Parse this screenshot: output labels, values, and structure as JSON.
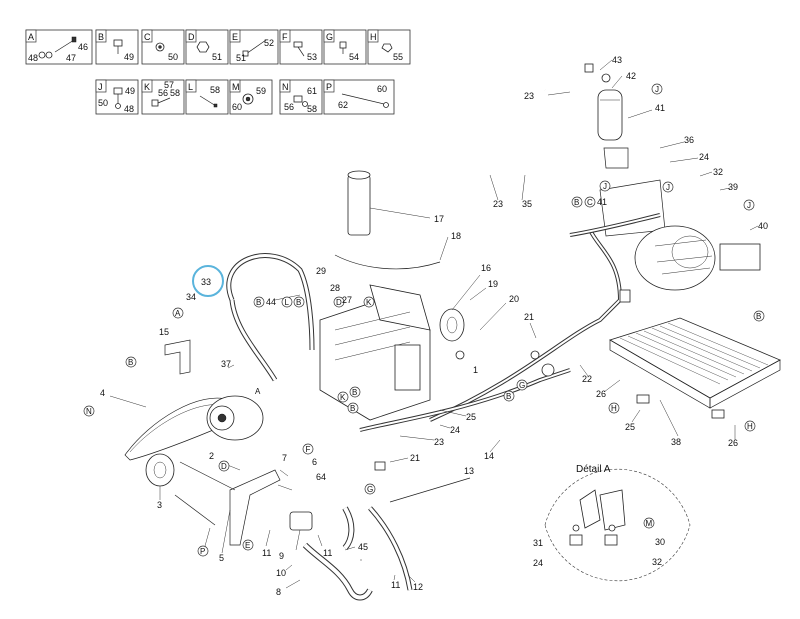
{
  "legend_boxes": [
    {
      "letter": "A",
      "nums": [
        "46",
        "48",
        "47"
      ]
    },
    {
      "letter": "B",
      "nums": [
        "49"
      ]
    },
    {
      "letter": "C",
      "nums": [
        "50"
      ]
    },
    {
      "letter": "D",
      "nums": [
        "51"
      ]
    },
    {
      "letter": "E",
      "nums": [
        "52",
        "51"
      ]
    },
    {
      "letter": "F",
      "nums": [
        "53"
      ]
    },
    {
      "letter": "G",
      "nums": [
        "54"
      ]
    },
    {
      "letter": "H",
      "nums": [
        "55"
      ]
    },
    {
      "letter": "J",
      "nums": [
        "49",
        "50",
        "48"
      ]
    },
    {
      "letter": "K",
      "nums": [
        "57",
        "56",
        "58"
      ]
    },
    {
      "letter": "L",
      "nums": [
        "58"
      ]
    },
    {
      "letter": "M",
      "nums": [
        "59",
        "60"
      ]
    },
    {
      "letter": "N",
      "nums": [
        "61",
        "56",
        "58"
      ]
    },
    {
      "letter": "P",
      "nums": [
        "60",
        "62"
      ]
    }
  ],
  "detail_title": "Détail A",
  "highlighted_part": "33",
  "part_numbers": [
    "1",
    "2",
    "3",
    "4",
    "5",
    "6",
    "7",
    "8",
    "9",
    "10",
    "11",
    "11",
    "11",
    "12",
    "13",
    "14",
    "15",
    "16",
    "17",
    "18",
    "19",
    "20",
    "21",
    "21",
    "22",
    "23",
    "23",
    "23",
    "24",
    "24",
    "24",
    "25",
    "25",
    "26",
    "26",
    "27",
    "28",
    "29",
    "30",
    "31",
    "32",
    "32",
    "33",
    "34",
    "35",
    "36",
    "37",
    "38",
    "39",
    "40",
    "41",
    "41",
    "42",
    "43",
    "44",
    "45",
    "64"
  ],
  "ref_letters": [
    "A",
    "B",
    "C",
    "D",
    "E",
    "F",
    "G",
    "H",
    "J",
    "K",
    "L",
    "M",
    "N",
    "P"
  ]
}
